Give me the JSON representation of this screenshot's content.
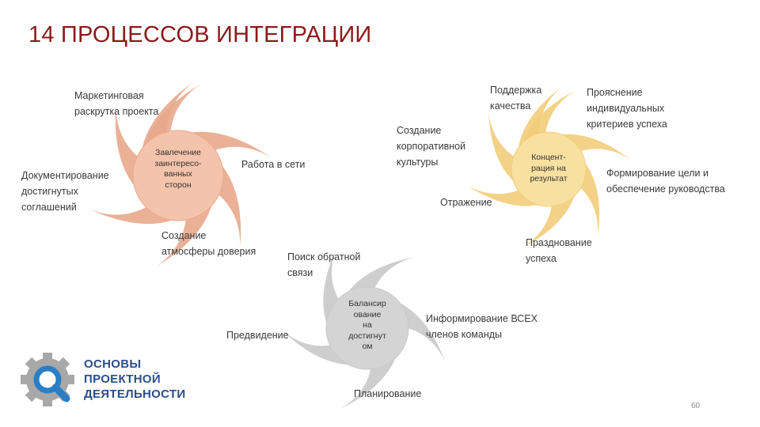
{
  "title": "14 ПРОЦЕССОВ ИНТЕГРАЦИИ",
  "colors": {
    "title": "#8b1a1a",
    "cluster1_arm": "#e8a98c",
    "cluster1_center": "#f4c3ab",
    "cluster2_arm": "#f2cd7a",
    "cluster2_center": "#f8e0a0",
    "cluster3_arm": "#c9c9c9",
    "cluster3_center": "#d4d4d4",
    "logo_gear": "#a8a8a8",
    "logo_lens": "#2a7ec4",
    "logo_text": "#2a4f8a"
  },
  "clusters": [
    {
      "id": "involvement",
      "center": "Завлечение\nзаинтересо-\nванных\nсторон",
      "labels": [
        "Маркетинговая\nраскрутка проекта",
        "Работа в сети",
        "Создание\nатмосферы доверия",
        "Документирование\nдостигнутых\nсоглашений"
      ]
    },
    {
      "id": "focus",
      "center": "Концент-\nрация на\nрезультат",
      "labels": [
        "Поддержка\nкачества",
        "Прояснение\nиндивидуальных\nкритериев успеха",
        "Формирование цели и\nобеспечение руководства",
        "Празднование\nуспеха",
        "Отражение",
        "Создание\nкорпоративной\nкультуры"
      ]
    },
    {
      "id": "balance",
      "center": "Балансир\nование\nна\nдостигнут\nом",
      "labels": [
        "Поиск обратной\nсвязи",
        "Информирование ВСЕХ\nчленов команды",
        "Планирование",
        "Предвидение"
      ]
    }
  ],
  "logo": {
    "icon": "gear-magnifier-icon",
    "text": "ОСНОВЫ\nПРОЕКТНОЙ\nДЕЯТЕЛЬНОСТИ"
  },
  "page_number": "60"
}
